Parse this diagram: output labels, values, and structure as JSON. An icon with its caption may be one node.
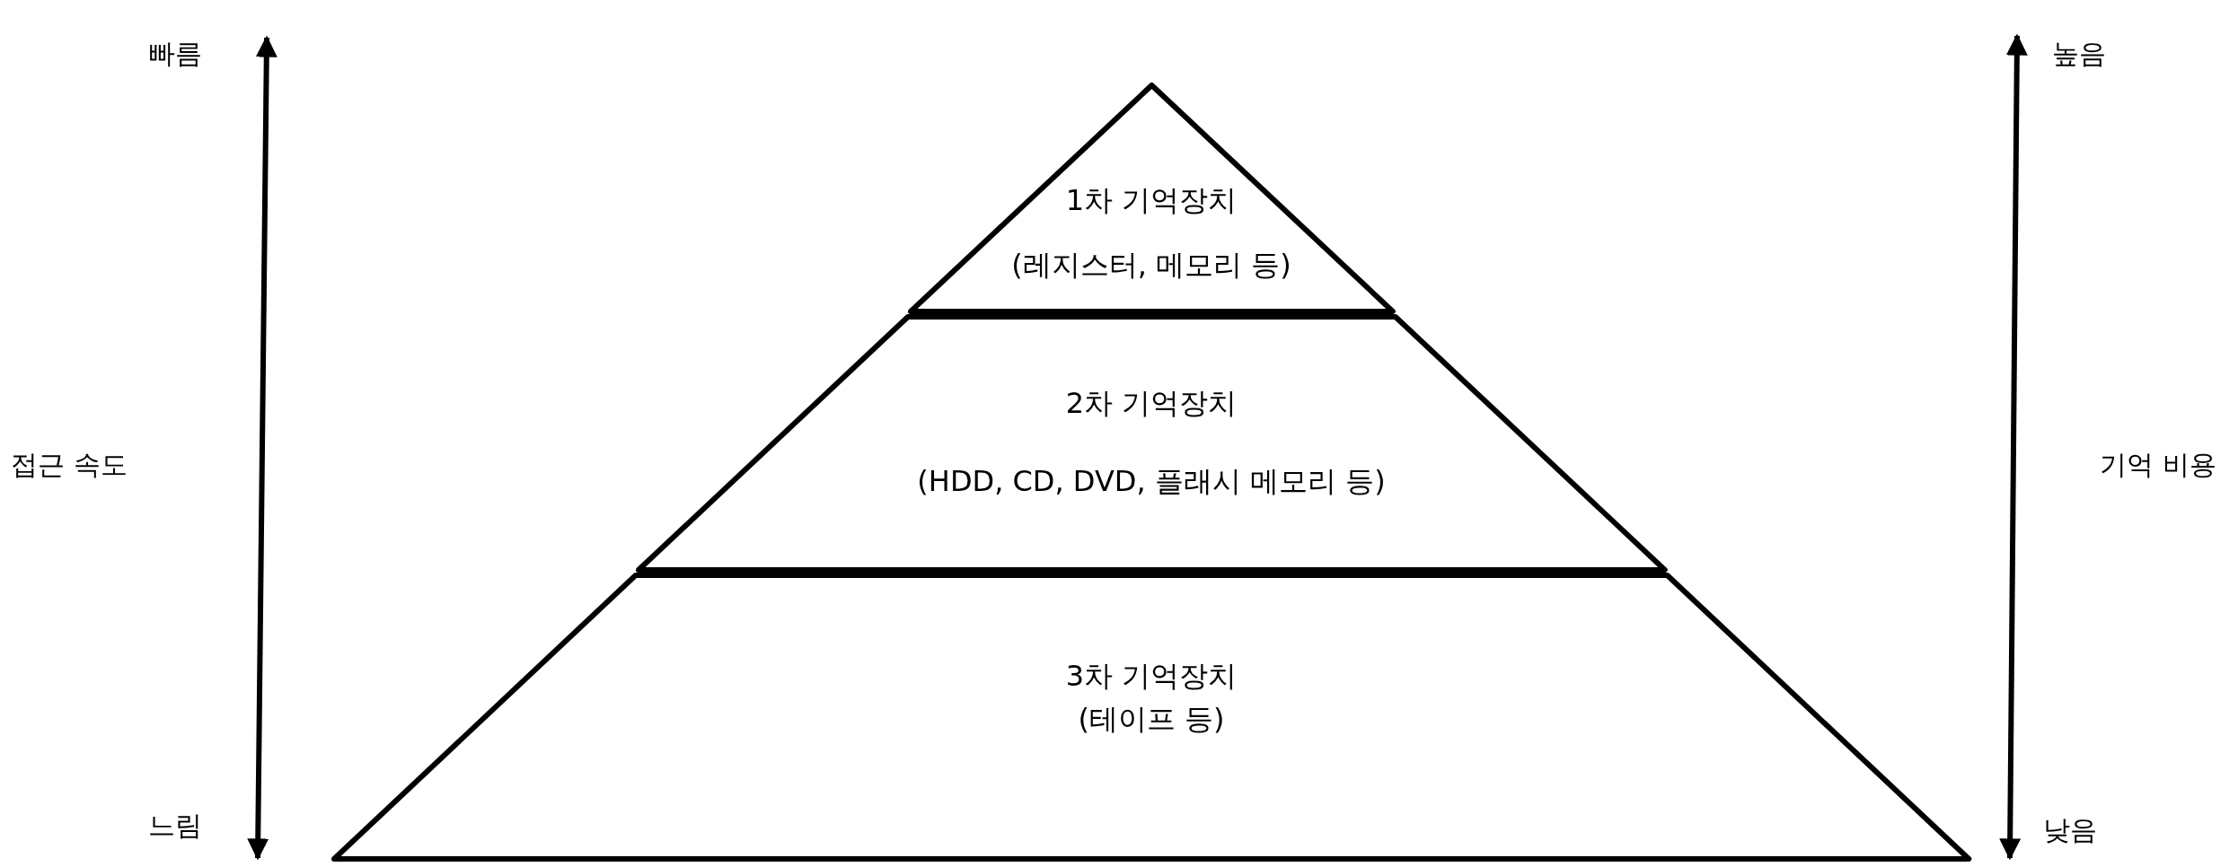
{
  "diagram": {
    "nodes": [
      {
        "text": [
          "1차 기억장치",
          "(레지스터, 메모리 등)"
        ]
      },
      {
        "text": [
          "2차 기억장치",
          "(HDD, CD, DVD, 플래시 메모리 등)"
        ]
      },
      {
        "text": [
          "3차 기억장치",
          "(테이프 등)"
        ]
      }
    ],
    "labels": [
      "빠름",
      "높음",
      "접근 속도",
      "기억 비용",
      "느림",
      "낮음"
    ]
  }
}
